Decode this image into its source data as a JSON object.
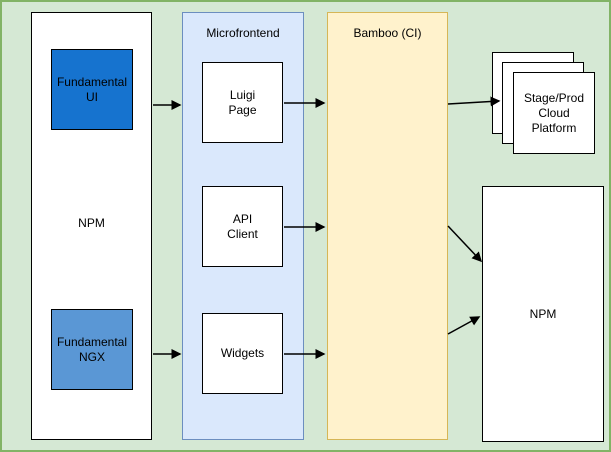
{
  "diagram": {
    "type": "architecture-flow",
    "colors": {
      "canvas_bg": "#d5e8d4",
      "canvas_border": "#82b366",
      "microfrontend_bg": "#dae8fc",
      "microfrontend_border": "#6c8ebf",
      "bamboo_bg": "#fff2cc",
      "bamboo_border": "#d6b656",
      "fundamental_ui_bg": "#1673cf",
      "fundamental_ngx_bg": "#5a97d5",
      "node_bg": "#ffffff",
      "node_border": "#000000",
      "arrow": "#000000"
    },
    "nodes": {
      "left_container_label": "NPM",
      "fundamental_ui": "Fundamental\nUI",
      "fundamental_ngx": "Fundamental\nNGX",
      "microfrontend": "Microfrontend",
      "luigi_page": "Luigi\nPage",
      "api_client": "API\nClient",
      "widgets": "Widgets",
      "bamboo": "Bamboo (CI)",
      "stage_prod": "Stage/Prod\nCloud\nPlatform",
      "npm_registry": "NPM"
    },
    "edges": [
      {
        "from": "npm-left-container",
        "to": "luigi-page"
      },
      {
        "from": "npm-left-container",
        "to": "widgets"
      },
      {
        "from": "luigi-page",
        "to": "bamboo-ci"
      },
      {
        "from": "api-client",
        "to": "bamboo-ci"
      },
      {
        "from": "widgets",
        "to": "bamboo-ci"
      },
      {
        "from": "bamboo-ci",
        "to": "stage-prod-cloud-platform"
      },
      {
        "from": "bamboo-ci",
        "to": "npm-registry"
      },
      {
        "from": "bamboo-ci",
        "to": "npm-registry"
      }
    ]
  }
}
